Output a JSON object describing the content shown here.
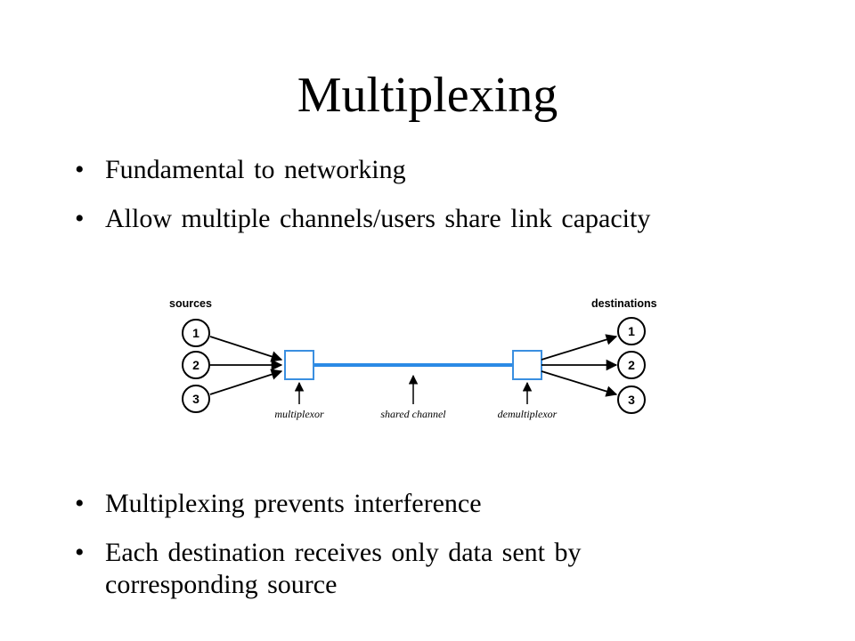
{
  "slide": {
    "title": "Multiplexing",
    "bullets_top": [
      "Fundamental to networking",
      "Allow multiple channels/users share link capacity"
    ],
    "bullets_bottom": [
      "Multiplexing prevents interference",
      "Each destination receives only data sent by corresponding source"
    ],
    "bullet_glyph": "•"
  },
  "diagram": {
    "sources_label": "sources",
    "destinations_label": "destinations",
    "source_nodes": [
      "1",
      "2",
      "3"
    ],
    "destination_nodes": [
      "1",
      "2",
      "3"
    ],
    "multiplexor_label": "multiplexor",
    "channel_label": "shared channel",
    "demultiplexor_label": "demultiplexor",
    "colors": {
      "box": "#3a8fe0",
      "channel": "#2b8ae6",
      "lines": "#000000"
    }
  }
}
